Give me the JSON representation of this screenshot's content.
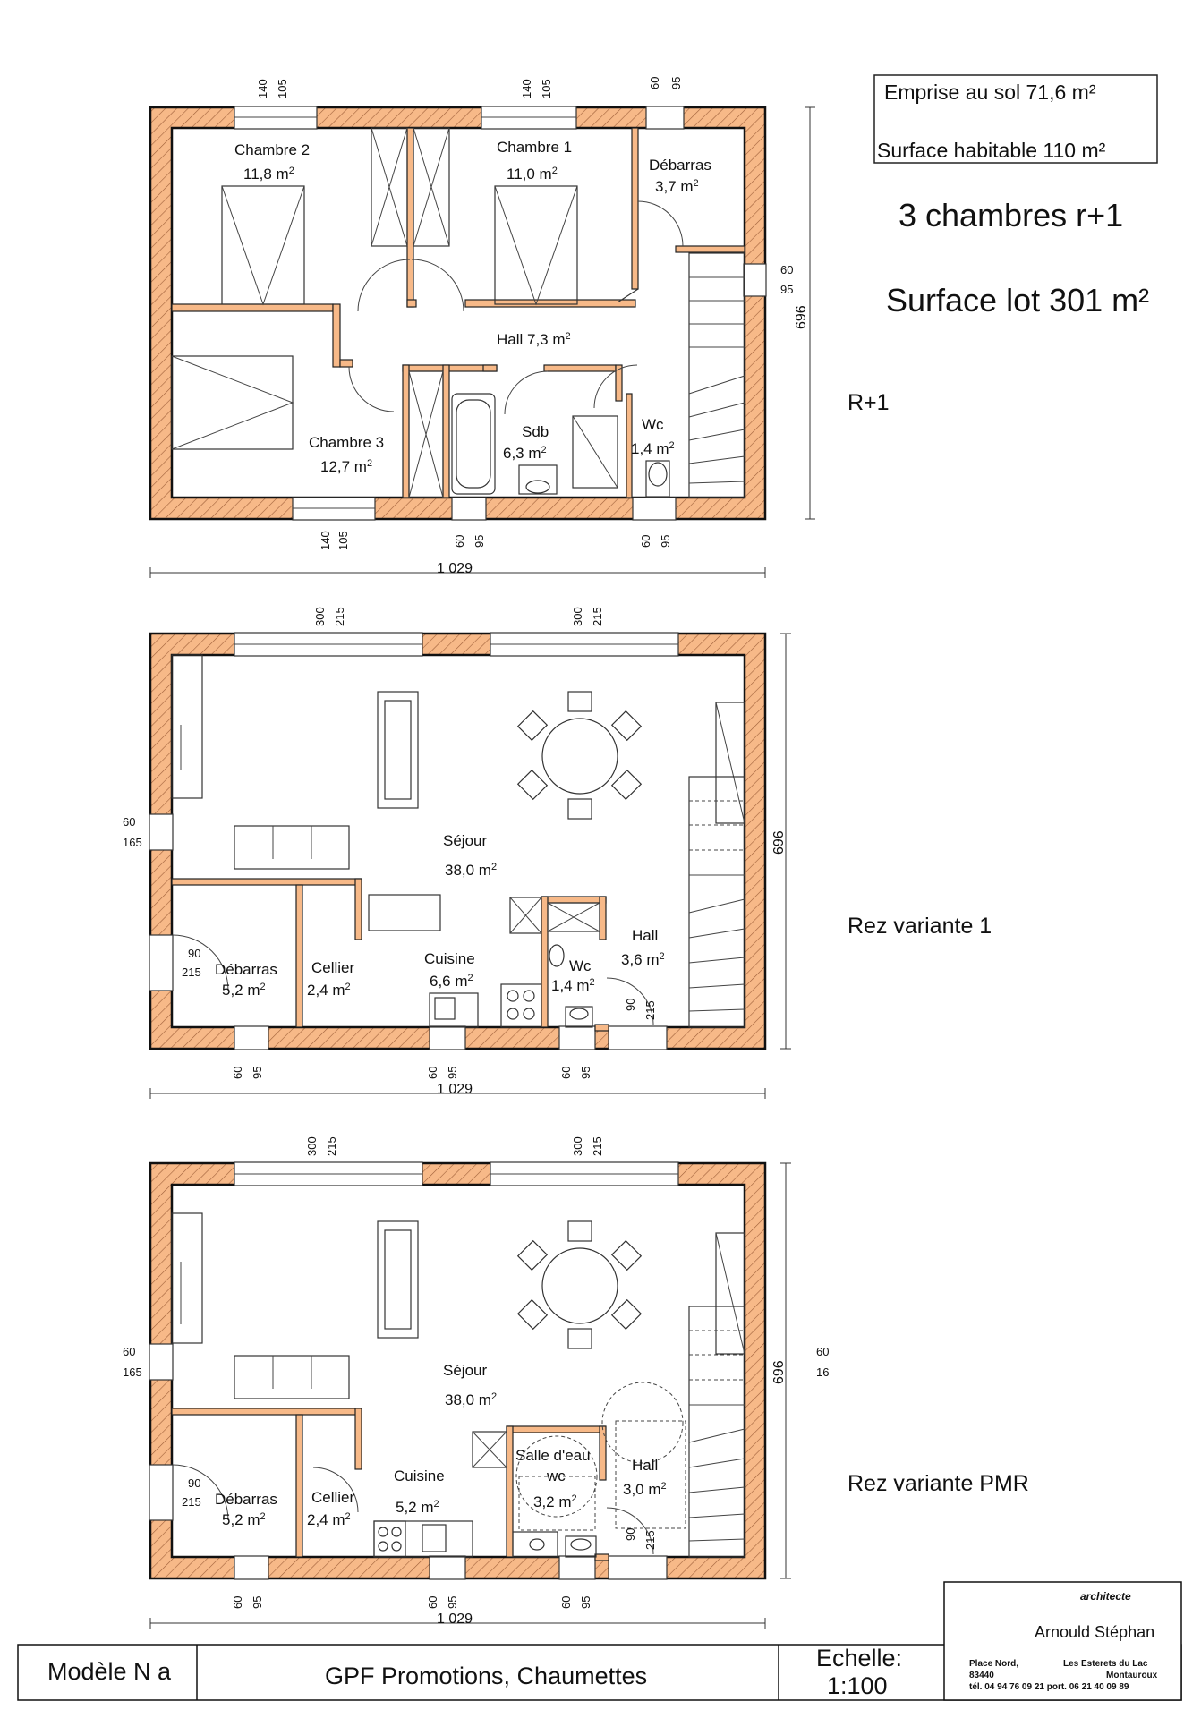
{
  "header": {
    "emprise": "Emprise au sol  71,6 m²",
    "surface_hab": "Surface habitable 110 m²",
    "chambres": "3 chambres r+1",
    "surface_lot": "Surface lot 301 m²"
  },
  "floors": {
    "r1": {
      "label": "R+1",
      "rooms": [
        {
          "name": "Chambre 2",
          "area": "11,8 m"
        },
        {
          "name": "Chambre 1",
          "area": "11,0 m"
        },
        {
          "name": "Débarras",
          "area": "3,7 m"
        },
        {
          "name": "Hall  7,3 m",
          "area": ""
        },
        {
          "name": "Chambre 3",
          "area": "12,7 m"
        },
        {
          "name": "Sdb",
          "area": "6,3 m"
        },
        {
          "name": "Wc",
          "area": "1,4 m"
        }
      ],
      "dims": {
        "width": "1 029",
        "depth": "696"
      }
    },
    "rez1": {
      "label": "Rez variante 1",
      "rooms": [
        {
          "name": "Séjour",
          "area": "38,0 m"
        },
        {
          "name": "Débarras",
          "area": "5,2 m"
        },
        {
          "name": "Cellier",
          "area": "2,4 m"
        },
        {
          "name": "Cuisine",
          "area": "6,6 m"
        },
        {
          "name": "Wc",
          "area": "1,4 m"
        },
        {
          "name": "Hall",
          "area": "3,6 m"
        }
      ],
      "dims": {
        "width": "1 029",
        "depth": "696"
      }
    },
    "pmr": {
      "label": "Rez variante PMR",
      "rooms": [
        {
          "name": "Séjour",
          "area": "38,0 m"
        },
        {
          "name": "Débarras",
          "area": "5,2 m"
        },
        {
          "name": "Cellier",
          "area": "2,4 m"
        },
        {
          "name": "Cuisine",
          "area": "5,2 m"
        },
        {
          "name": "Salle d'eau",
          "area": "wc"
        },
        {
          "name": "3,2 m",
          "area": ""
        },
        {
          "name": "Hall",
          "area": "3,0 m"
        }
      ],
      "dims": {
        "width": "1 029",
        "depth": "696"
      }
    }
  },
  "openings": {
    "win_140": "140",
    "win_105": "105",
    "small_60": "60",
    "small_95": "95",
    "big_300": "300",
    "big_215": "215",
    "side_165": "165",
    "door_90": "90",
    "side_60_partial": "60",
    "side_16_partial": "16"
  },
  "cartouche": {
    "model": "Modèle N a",
    "project": "GPF Promotions, Chaumettes",
    "echelle_label": "Echelle:",
    "echelle_value": "1:100",
    "architecte": "architecte",
    "name": "Arnould Stéphan",
    "addr1_left": "Place Nord,",
    "addr1_right": "Les Esterets du Lac",
    "addr2_left": "83440",
    "addr2_right": "Montauroux",
    "tel": "tél. 04 94 76 09 21  port. 06 21 40 09 89"
  }
}
